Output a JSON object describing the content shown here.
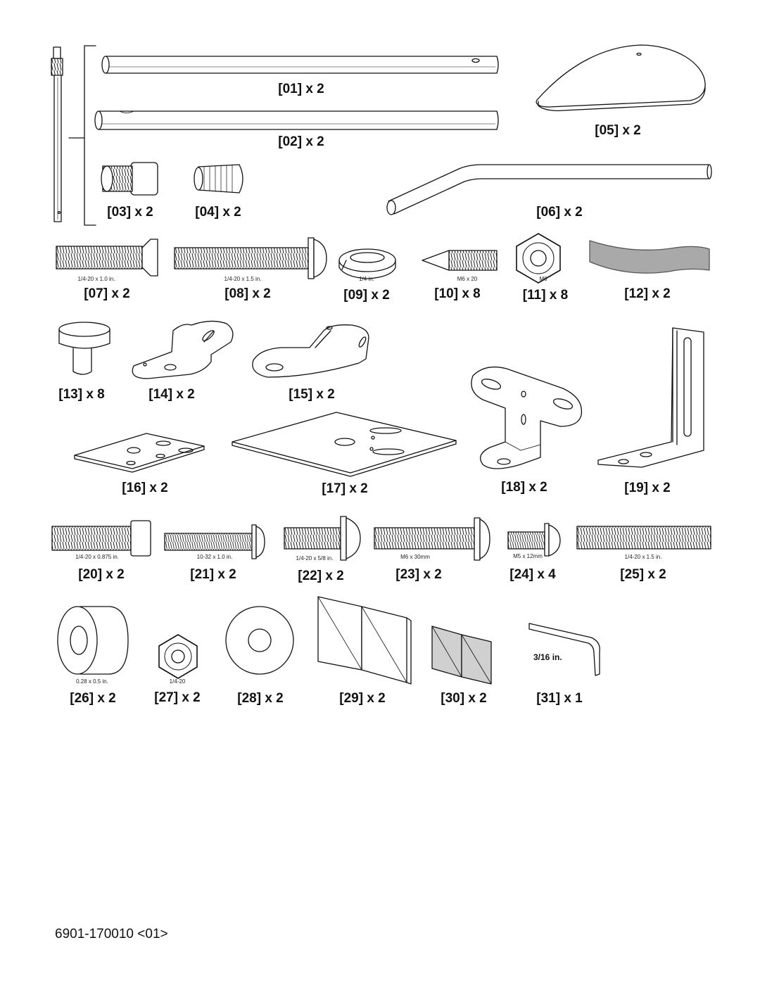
{
  "document": {
    "part_number": "6901-170010 <01>"
  },
  "parts": [
    {
      "id": "01",
      "label": "[01] x 2"
    },
    {
      "id": "02",
      "label": "[02] x 2"
    },
    {
      "id": "03",
      "label": "[03] x 2"
    },
    {
      "id": "04",
      "label": "[04] x 2"
    },
    {
      "id": "05",
      "label": "[05] x 2"
    },
    {
      "id": "06",
      "label": "[06] x 2"
    },
    {
      "id": "07",
      "label": "[07] x 2",
      "size": "1/4-20 x 1.0 in."
    },
    {
      "id": "08",
      "label": "[08] x 2",
      "size": "1/4-20 x 1.5 in."
    },
    {
      "id": "09",
      "label": "[09] x 2",
      "size": "1/4 in."
    },
    {
      "id": "10",
      "label": "[10] x 8",
      "size": "M6 x 20"
    },
    {
      "id": "11",
      "label": "[11] x 8",
      "size": "M6"
    },
    {
      "id": "12",
      "label": "[12] x 2"
    },
    {
      "id": "13",
      "label": "[13] x 8"
    },
    {
      "id": "14",
      "label": "[14] x 2"
    },
    {
      "id": "15",
      "label": "[15] x 2"
    },
    {
      "id": "16",
      "label": "[16] x 2"
    },
    {
      "id": "17",
      "label": "[17] x 2"
    },
    {
      "id": "18",
      "label": "[18] x 2"
    },
    {
      "id": "19",
      "label": "[19] x 2"
    },
    {
      "id": "20",
      "label": "[20] x 2",
      "size": "1/4-20 x 0.875 in."
    },
    {
      "id": "21",
      "label": "[21] x 2",
      "size": "10-32 x 1.0 in."
    },
    {
      "id": "22",
      "label": "[22] x 2",
      "size": "1/4-20 x 5/8 in."
    },
    {
      "id": "23",
      "label": "[23] x 2",
      "size": "M6 x 30mm"
    },
    {
      "id": "24",
      "label": "[24] x 4",
      "size": "M5 x 12mm"
    },
    {
      "id": "25",
      "label": "[25] x 2",
      "size": "1/4-20 x 1.5 in."
    },
    {
      "id": "26",
      "label": "[26] x 2",
      "size": "0.28 x 0.5 in."
    },
    {
      "id": "27",
      "label": "[27] x 2",
      "size": "1/4-20"
    },
    {
      "id": "28",
      "label": "[28] x 2"
    },
    {
      "id": "29",
      "label": "[29] x 2"
    },
    {
      "id": "30",
      "label": "[30] x 2"
    },
    {
      "id": "31",
      "label": "[31] x 1",
      "tool_size": "3/16 in."
    }
  ]
}
